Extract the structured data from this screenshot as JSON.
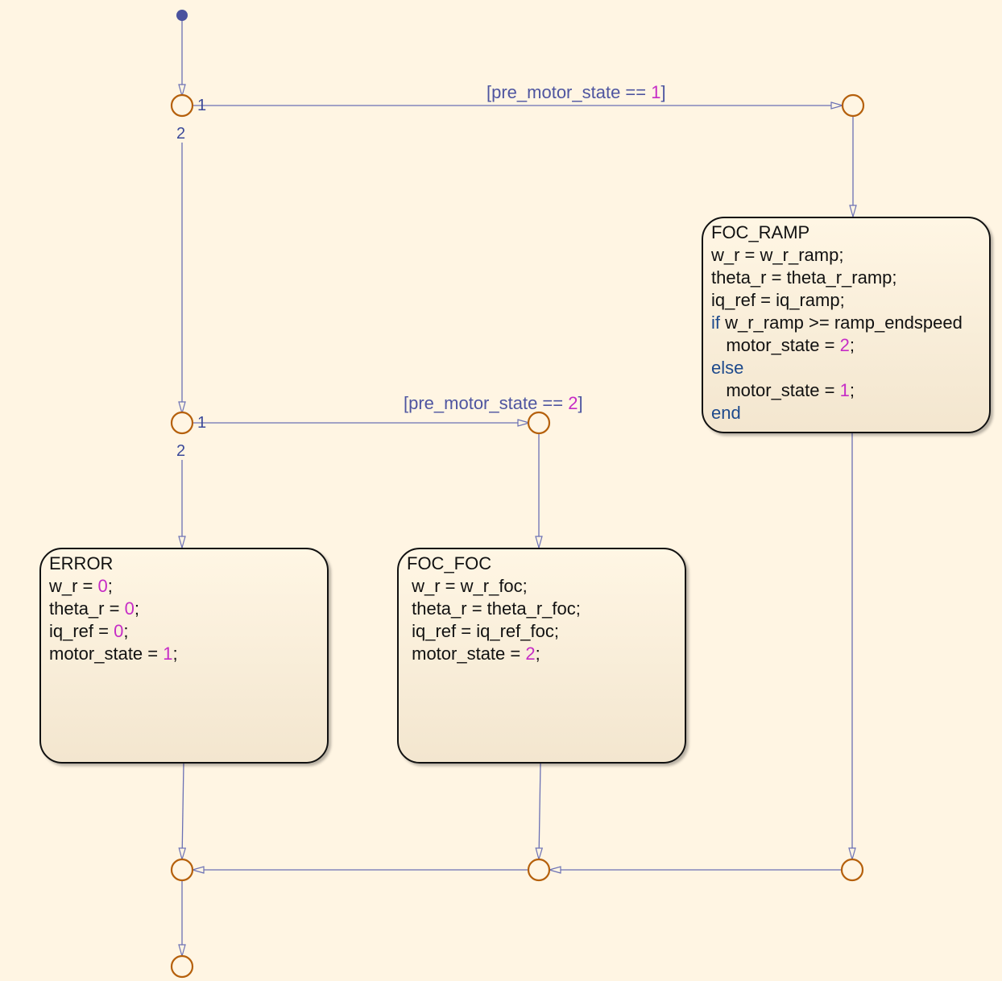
{
  "diagram": {
    "type": "stateflow-chart",
    "colors": {
      "background": "#fff5e3",
      "transition": "#6a70b4",
      "junction": "#b5600c",
      "default_dot": "#4a529e",
      "number_literal": "#c62cc6",
      "keyword": "#1e4a8c"
    },
    "transitions": {
      "t1": {
        "prefix": "[pre_motor_state == ",
        "value": "1",
        "suffix": "]"
      },
      "t2": {
        "prefix": "[pre_motor_state == ",
        "value": "2",
        "suffix": "]"
      }
    },
    "junction_orders": {
      "j1_first": "1",
      "j1_second": "2",
      "j2_first": "1",
      "j2_second": "2"
    },
    "states": {
      "foc_ramp": {
        "name": "FOC_RAMP",
        "lines": [
          {
            "kw": "",
            "text": "w_r = w_r_ramp;",
            "num": "",
            "tail": ""
          },
          {
            "kw": "",
            "text": "theta_r = theta_r_ramp;",
            "num": "",
            "tail": ""
          },
          {
            "kw": "",
            "text": "iq_ref = iq_ramp;",
            "num": "",
            "tail": ""
          },
          {
            "kw": "if",
            "text": " w_r_ramp >= ramp_endspeed",
            "num": "",
            "tail": ""
          },
          {
            "kw": "",
            "text": "   motor_state = ",
            "num": "2",
            "tail": ";"
          },
          {
            "kw": "else",
            "text": "",
            "num": "",
            "tail": ""
          },
          {
            "kw": "",
            "text": "   motor_state = ",
            "num": "1",
            "tail": ";"
          },
          {
            "kw": "end",
            "text": "",
            "num": "",
            "tail": ""
          }
        ]
      },
      "error": {
        "name": "ERROR",
        "lines": [
          {
            "kw": "",
            "text": "w_r = ",
            "num": "0",
            "tail": ";"
          },
          {
            "kw": "",
            "text": "theta_r = ",
            "num": "0",
            "tail": ";"
          },
          {
            "kw": "",
            "text": "iq_ref = ",
            "num": "0",
            "tail": ";"
          },
          {
            "kw": "",
            "text": "motor_state = ",
            "num": "1",
            "tail": ";"
          }
        ]
      },
      "foc_foc": {
        "name": "FOC_FOC",
        "lines": [
          {
            "kw": "",
            "text": " w_r = w_r_foc;",
            "num": "",
            "tail": ""
          },
          {
            "kw": "",
            "text": " theta_r = theta_r_foc;",
            "num": "",
            "tail": ""
          },
          {
            "kw": "",
            "text": " iq_ref = iq_ref_foc;",
            "num": "",
            "tail": ""
          },
          {
            "kw": "",
            "text": " motor_state = ",
            "num": "2",
            "tail": ";"
          }
        ]
      }
    }
  }
}
